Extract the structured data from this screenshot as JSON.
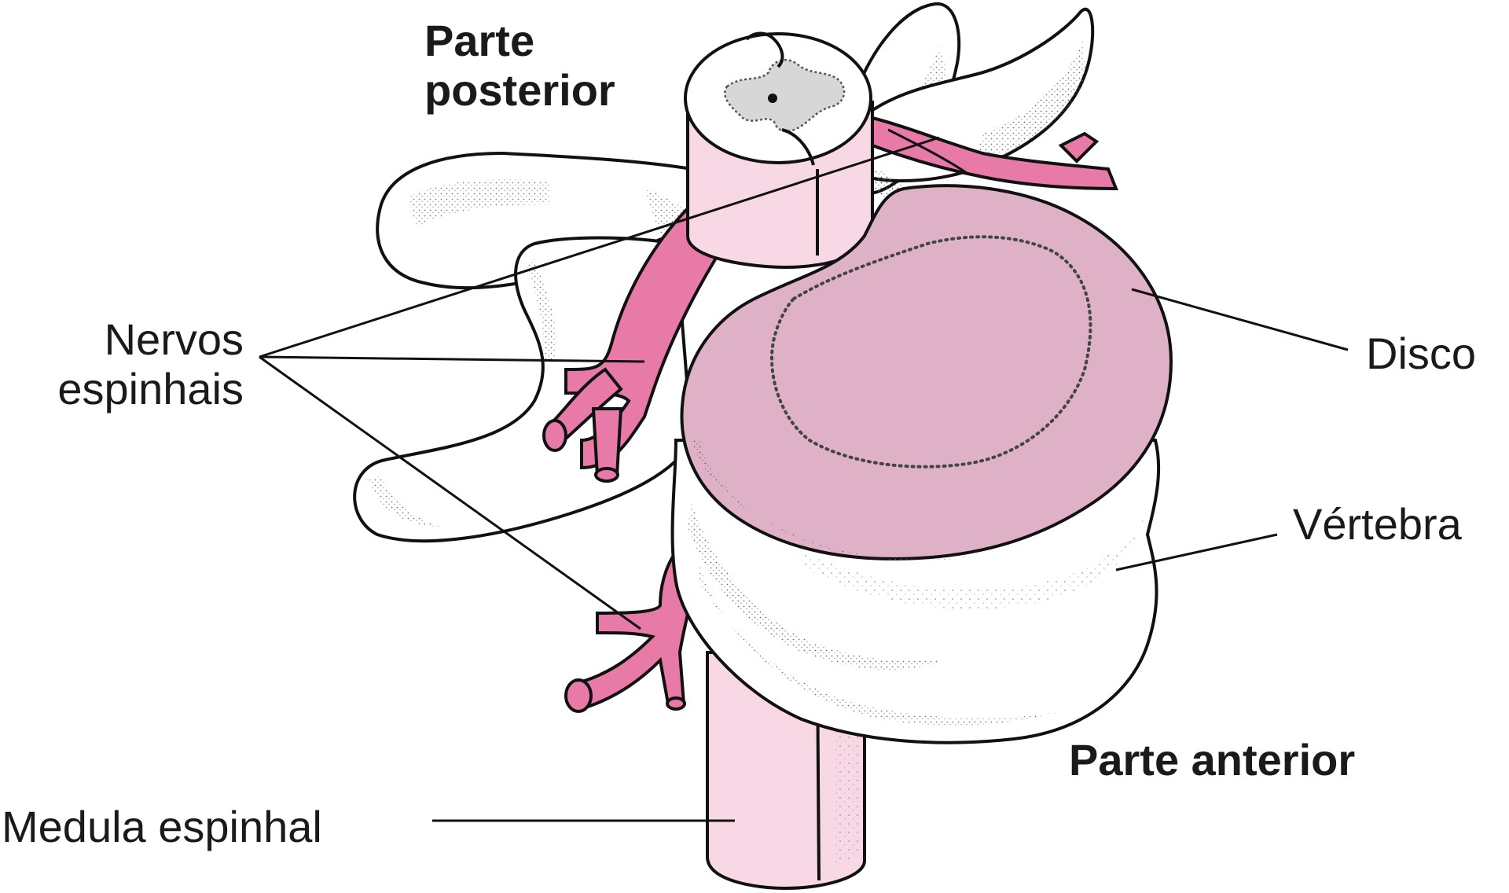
{
  "labels": {
    "posterior_line1": "Parte",
    "posterior_line2": "posterior",
    "nerves_line1": "Nervos",
    "nerves_line2": "espinhais",
    "disc": "Disco",
    "vertebra": "Vértebra",
    "anterior": "Parte anterior",
    "spinal_cord": "Medula espinhal"
  },
  "colors": {
    "nerve_pink": "#e77aa6",
    "disc_pink": "#dfb1c6",
    "cord_pink": "#f8d8e4",
    "gray_matter": "#d7d7d7",
    "outline": "#111111",
    "stipple": "#555555"
  }
}
